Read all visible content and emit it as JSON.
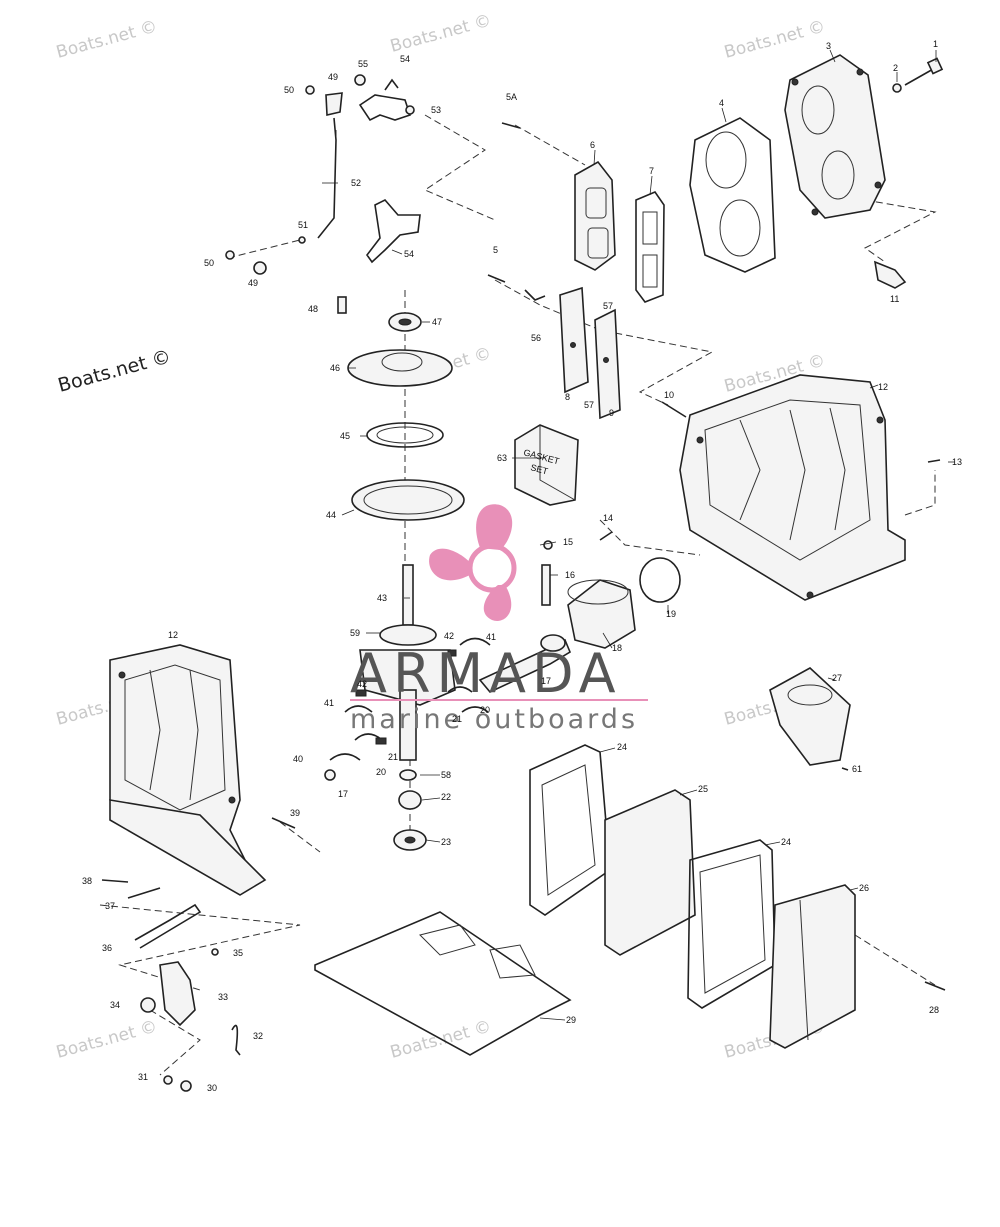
{
  "watermarks": [
    {
      "text": "Boats.net ©"
    },
    {
      "text": "Boats.net ©"
    },
    {
      "text": "Boats.net ©"
    },
    {
      "text": "Boats.net ©"
    },
    {
      "text": "Boats.net ©"
    },
    {
      "text": "Boats.net ©"
    },
    {
      "text": "Boats.net ©"
    },
    {
      "text": "Boats.net ©"
    },
    {
      "text": "Boats.net ©"
    },
    {
      "text": "Boats.net ©"
    },
    {
      "text": "Boats.net ©"
    }
  ],
  "brand": {
    "name": "ARMADA",
    "tagline": "marine outboards",
    "logo_color": "#e890b8",
    "text_color": "#555555"
  },
  "boxed_part_label": {
    "line1": "GASKET",
    "line2": "SET"
  },
  "callouts": {
    "c1": "1",
    "c2": "2",
    "c3": "3",
    "c4": "4",
    "c5A": "5A",
    "c5": "5",
    "c6": "6",
    "c7": "7",
    "c8": "8",
    "c9": "9",
    "c10": "10",
    "c11": "11",
    "c12a": "12",
    "c12b": "12",
    "c13": "13",
    "c14": "14",
    "c15": "15",
    "c16": "16",
    "c17": "17",
    "c17b": "17",
    "c18": "18",
    "c19": "19",
    "c20a": "20",
    "c20b": "20",
    "c21a": "21",
    "c21b": "21",
    "c22": "22",
    "c23": "23",
    "c24a": "24",
    "c24b": "24",
    "c25": "25",
    "c26": "26",
    "c27": "27",
    "c28": "28",
    "c29": "29",
    "c30": "30",
    "c31": "31",
    "c32": "32",
    "c33": "33",
    "c34": "34",
    "c35": "35",
    "c36": "36",
    "c37": "37",
    "c38": "38",
    "c39": "39",
    "c40": "40",
    "c41a": "41",
    "c41b": "41",
    "c42a": "42",
    "c42b": "42",
    "c43": "43",
    "c44": "44",
    "c45": "45",
    "c46": "46",
    "c47": "47",
    "c48": "48",
    "c49a": "49",
    "c49b": "49",
    "c50a": "50",
    "c50b": "50",
    "c51": "51",
    "c52": "52",
    "c53": "53",
    "c54a": "54",
    "c54b": "54",
    "c55": "55",
    "c56": "56",
    "c57a": "57",
    "c57b": "57",
    "c58": "58",
    "c59": "59",
    "c61": "61",
    "c63": "63"
  }
}
